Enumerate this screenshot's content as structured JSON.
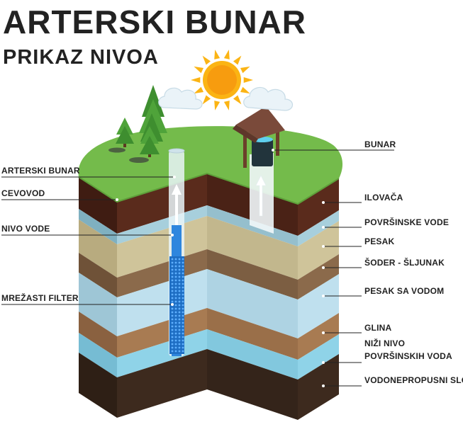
{
  "title": "ARTERSKI BUNAR",
  "subtitle": "PRIKAZ NIVOA",
  "left_labels": {
    "arterski_bunar": "ARTERSKI BUNAR",
    "cevovod": "CEVOVOD",
    "nivo_vode": "NIVO VODE",
    "mrezasti_filter": "MREŽASTI FILTER"
  },
  "right_labels": {
    "bunar": "BUNAR",
    "ilovaca": "ILOVAČA",
    "povrsinske_vode": "POVRŠINSKE VODE",
    "pesak": "PESAK",
    "soder_sljunak": "ŠODER - ŠLJUNAK",
    "pesak_sa_vodom": "PESAK SA VODOM",
    "glina": "GLINA",
    "nizi_nivo_line1": "NIŽI NIVO",
    "nizi_nivo_line2": "POVRŠINSKIH VODA",
    "vodonepropusni_sloj": "VODONEPROPUSNI SLOJ"
  },
  "colors": {
    "grass": "#74bb4b",
    "topsoil": "#5a2b1c",
    "surface_water": "#a7cfdc",
    "sand": "#cfc49a",
    "gravel": "#8b6a4b",
    "sand_water": "#bfe0ee",
    "clay": "#a87b52",
    "lower_water": "#8fd3e8",
    "bedrock": "#3d2a1e",
    "filter_blue": "#2e86de",
    "sun": "#fbb414",
    "tree": "#3e8e2f",
    "well_roof": "#7a4a3a"
  },
  "icons": [
    "sun-icon",
    "cloud-icon",
    "tree-icon",
    "well-icon",
    "arrow-up-icon"
  ]
}
